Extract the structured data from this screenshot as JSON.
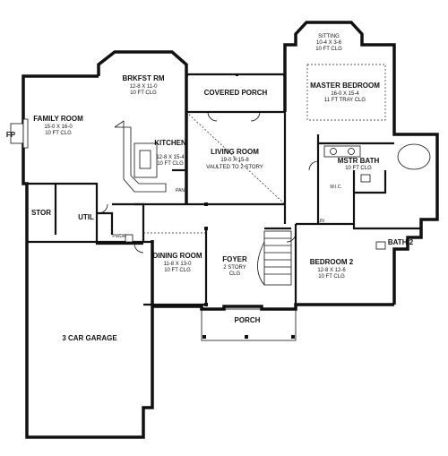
{
  "rooms": {
    "brkfst_rm": {
      "name": "BRKFST RM",
      "dims": "12-8 X 11-0",
      "ceiling": "10 FT CLG"
    },
    "covered_porch": {
      "name": "COVERED PORCH"
    },
    "sitting": {
      "name": "SITTING",
      "dims": "10-4 X 3-6",
      "ceiling": "10 FT CLG"
    },
    "master_bedroom": {
      "name": "MASTER BEDROOM",
      "dims": "16-0 X 15-4",
      "ceiling": "11 FT TRAY CLG"
    },
    "family_room": {
      "name": "FAMILY ROOM",
      "dims": "15-0 X 16-0",
      "ceiling": "10 FT CLG"
    },
    "kitchen": {
      "name": "KITCHEN",
      "dims": "12-8 X 15-4",
      "ceiling": "10 FT CLG"
    },
    "living_room": {
      "name": "LIVING ROOM",
      "dims": "19-0 X 15-8",
      "ceiling": "VAULTED TO 2 STORY"
    },
    "mstr_bath": {
      "name": "MSTR BATH",
      "ceiling": "10 FT CLG"
    },
    "stor": {
      "name": "STOR"
    },
    "util": {
      "name": "UTIL"
    },
    "pwdr": {
      "name": "PWDR"
    },
    "pan": {
      "name": "PAN"
    },
    "fp": {
      "name": "FP"
    },
    "wic": {
      "name": "W.I.C."
    },
    "lin": {
      "name": "LIN"
    },
    "bath_2": {
      "name": "BATH 2"
    },
    "dining_room": {
      "name": "DINING ROOM",
      "dims": "11-8 X 13-0",
      "ceiling": "10 FT CLG"
    },
    "foyer": {
      "name": "FOYER",
      "line2": "2 STORY",
      "line3": "CLG"
    },
    "bedroom_2": {
      "name": "BEDROOM 2",
      "dims": "12-8 X 12-6",
      "ceiling": "10 FT CLG"
    },
    "garage": {
      "name": "3 CAR GARAGE"
    },
    "porch": {
      "name": "PORCH"
    }
  }
}
